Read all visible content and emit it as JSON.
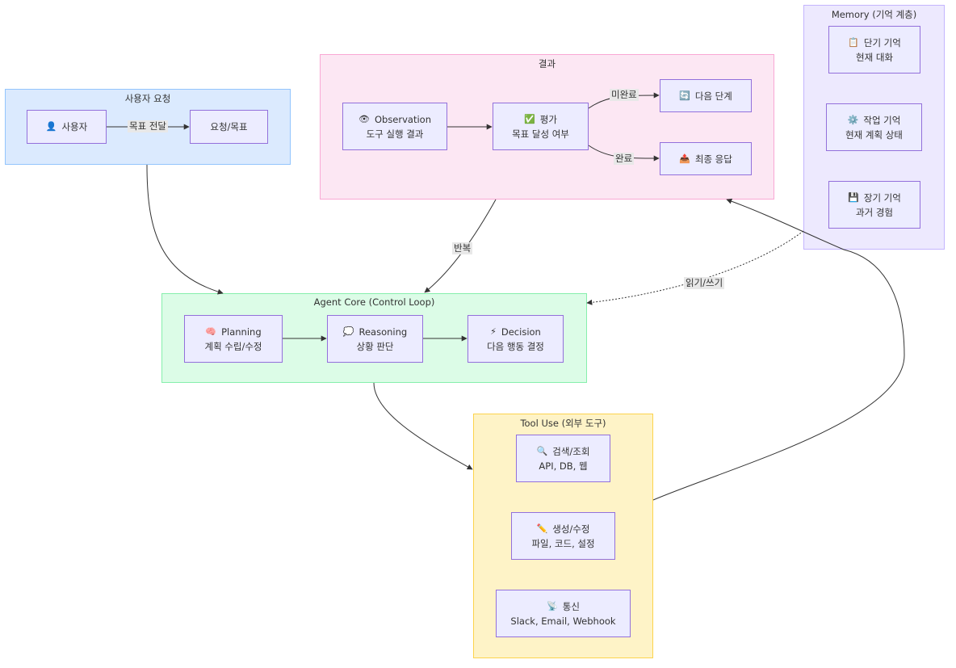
{
  "clusters": {
    "user": {
      "title": "사용자 요청"
    },
    "result": {
      "title": "결과"
    },
    "memory": {
      "title": "Memory (기억 계층)"
    },
    "agent": {
      "title": "Agent Core (Control Loop)"
    },
    "tool": {
      "title": "Tool Use (외부 도구)"
    }
  },
  "nodes": {
    "user": {
      "icon": "👤",
      "line1": "사용자"
    },
    "request": {
      "line1": "요청/목표"
    },
    "observation": {
      "icon": "👁",
      "line1": "Observation",
      "line2": "도구 실행 결과"
    },
    "evaluate": {
      "icon": "✅",
      "line1": "평가",
      "line2": "목표 달성 여부"
    },
    "next_step": {
      "icon": "🔄",
      "line1": "다음 단계"
    },
    "final": {
      "icon": "📤",
      "line1": "최종 응답"
    },
    "short_mem": {
      "icon": "📋",
      "line1": "단기 기억",
      "line2": "현재 대화"
    },
    "work_mem": {
      "icon": "⚙️",
      "line1": "작업 기억",
      "line2": "현재 계획 상태"
    },
    "long_mem": {
      "icon": "💾",
      "line1": "장기 기억",
      "line2": "과거 경험"
    },
    "planning": {
      "icon": "🧠",
      "line1": "Planning",
      "line2": "계획 수립/수정"
    },
    "reasoning": {
      "icon": "💭",
      "line1": "Reasoning",
      "line2": "상황 판단"
    },
    "decision": {
      "icon": "⚡",
      "line1": "Decision",
      "line2": "다음 행동 결정"
    },
    "search": {
      "icon": "🔍",
      "line1": "검색/조회",
      "line2": "API, DB, 웹"
    },
    "generate": {
      "icon": "✏️",
      "line1": "생성/수정",
      "line2": "파일, 코드, 설정"
    },
    "comm": {
      "icon": "📡",
      "line1": "통신",
      "line2": "Slack, Email, Webhook"
    }
  },
  "edge_labels": {
    "goal": "목표 전달",
    "incomplete": "미완료",
    "complete": "완료",
    "repeat": "반복",
    "readwrite": "읽기/쓰기"
  }
}
